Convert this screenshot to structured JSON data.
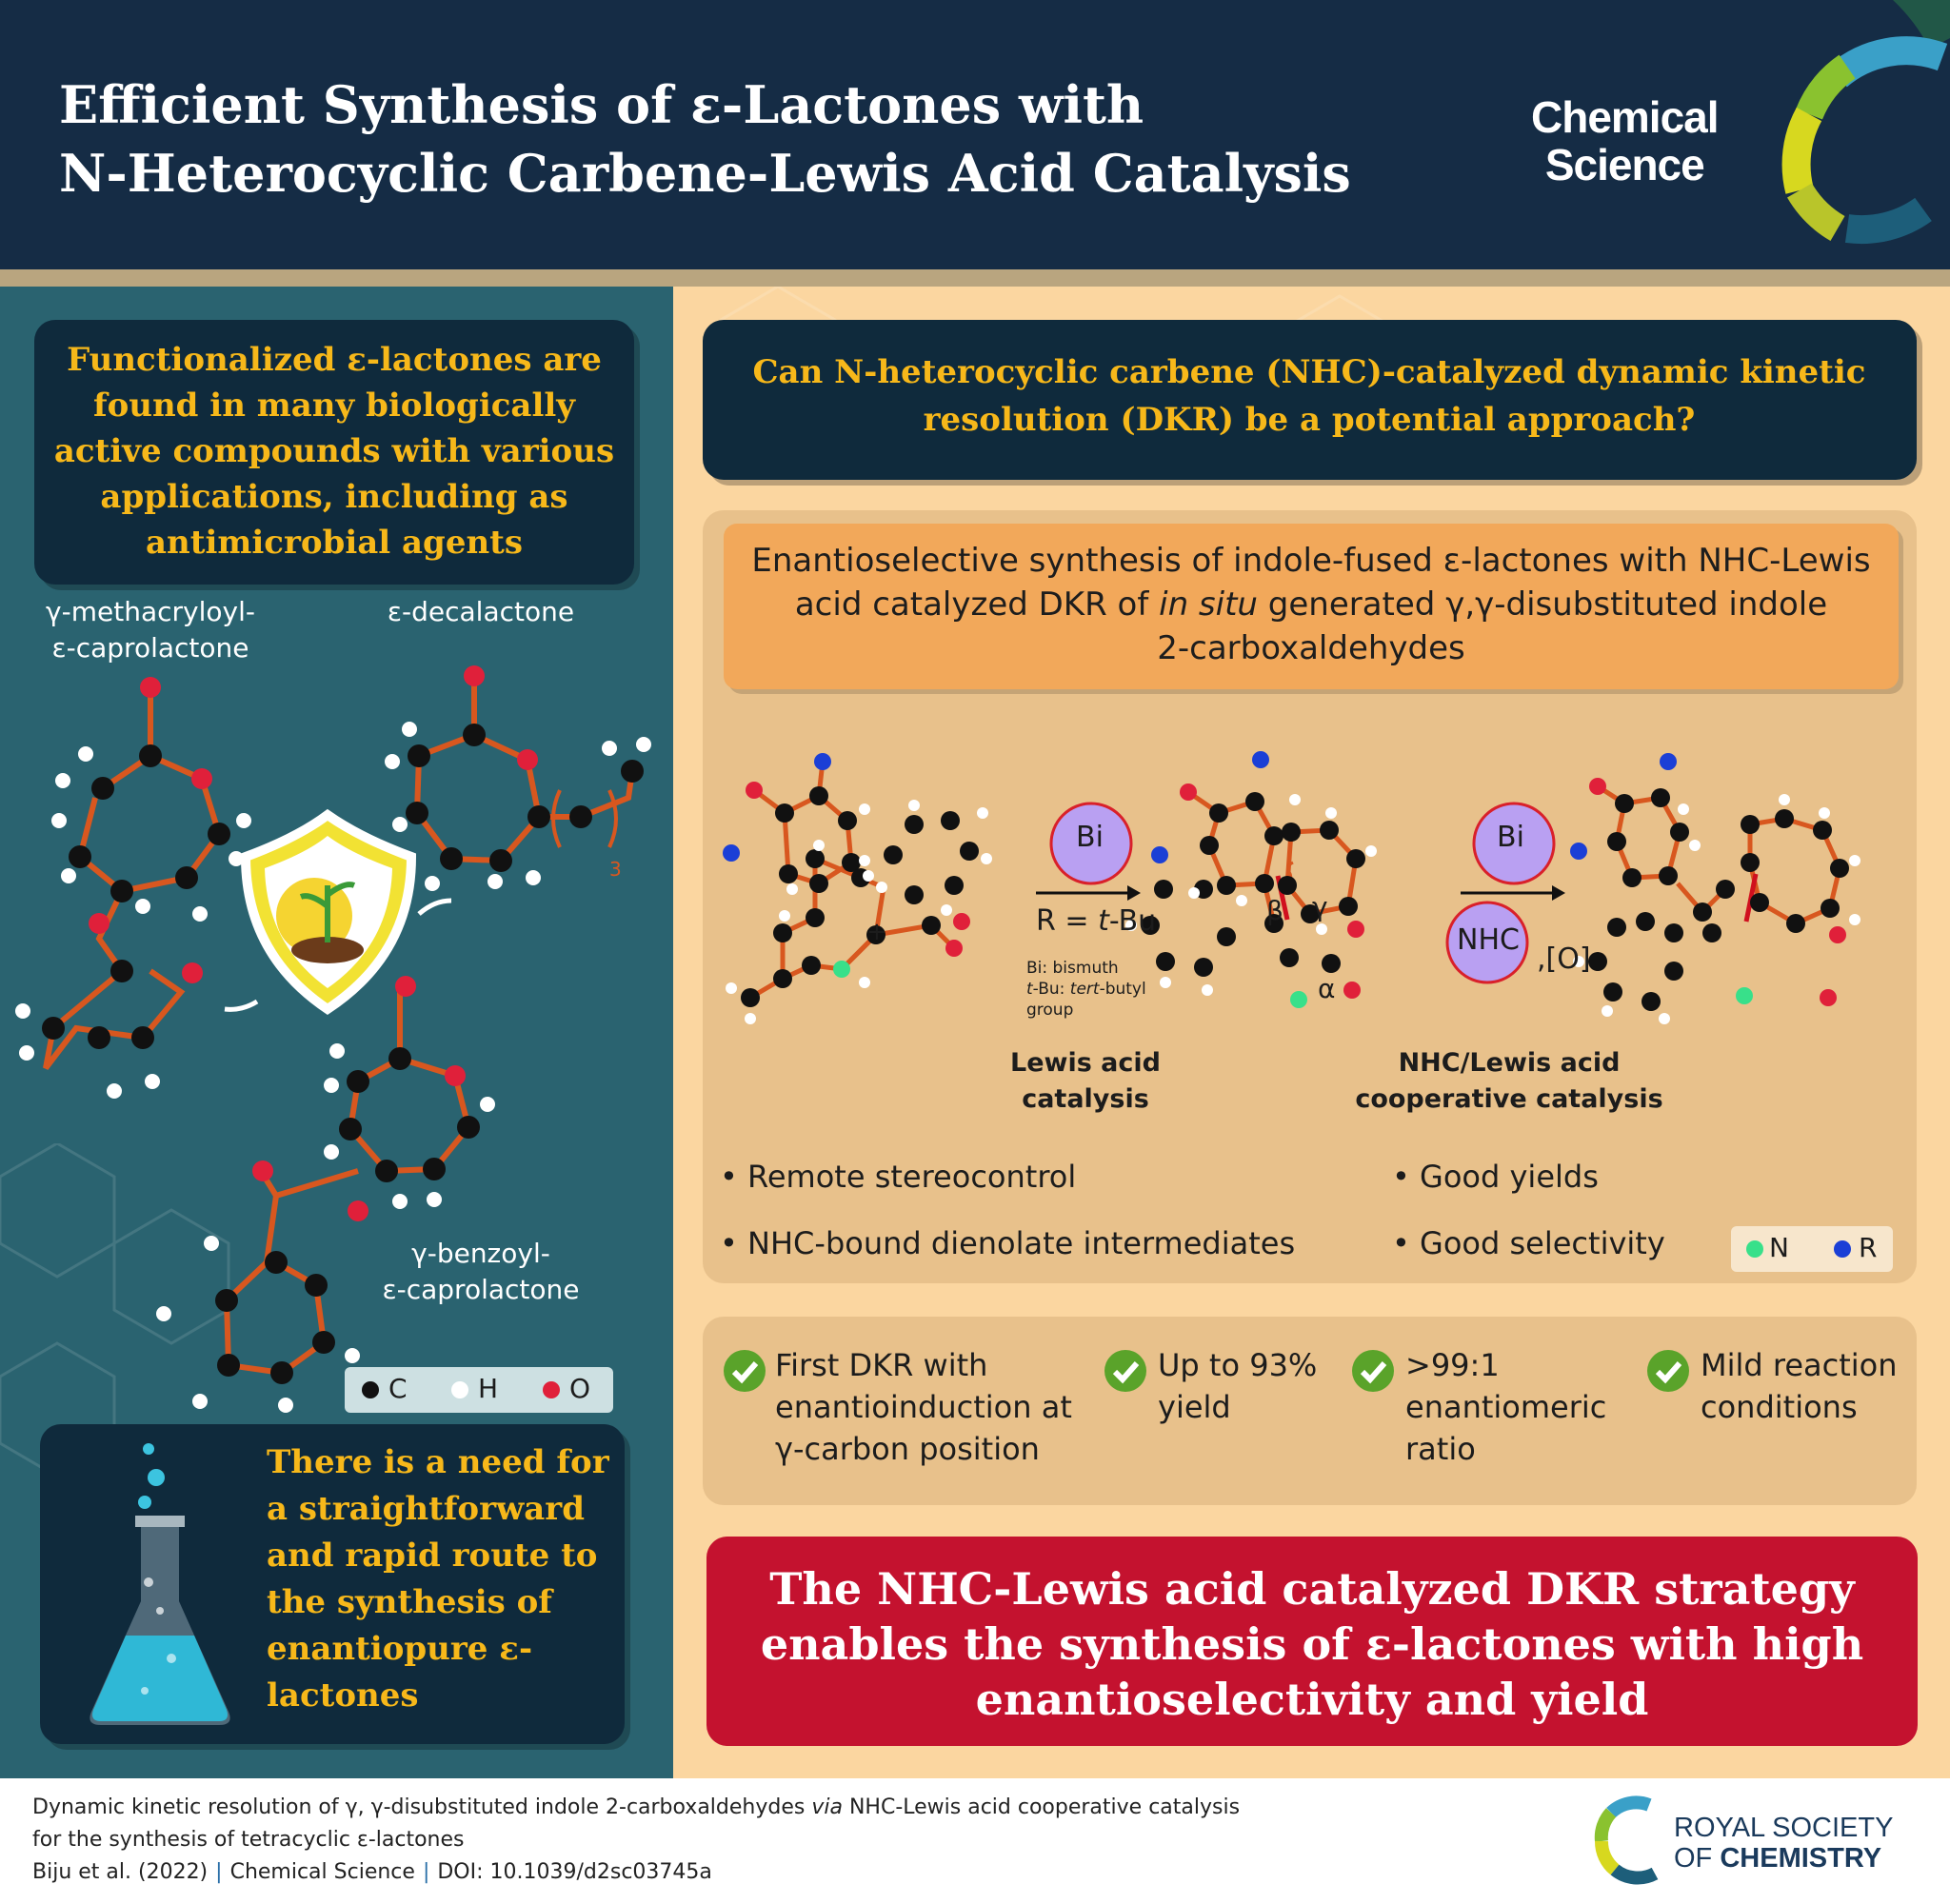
{
  "header": {
    "title_line1": "Efficient Synthesis of ε-Lactones with",
    "title_line2": "N-Heterocyclic Carbene-Lewis Acid Catalysis",
    "logo_line1": "Chemical",
    "logo_line2": "Science"
  },
  "left": {
    "intro": "Functionalized ε-lactones are found in many biologically active compounds with various applications, including as antimicrobial agents",
    "molecules": {
      "m1_line1": "γ-methacryloyl-",
      "m1_line2": "ε-caprolactone",
      "m2": "ε-decalactone",
      "m2_sub": "3",
      "m3_line1": "γ-benzoyl-",
      "m3_line2": "ε-caprolactone"
    },
    "legend": {
      "c": "C",
      "h": "H",
      "o": "O"
    },
    "need": "There is a need for a straightforward and rapid route to the synthesis of enantiopure ε-lactones"
  },
  "question": "Can N-heterocyclic carbene (NHC)-catalyzed dynamic kinetic resolution (DKR) be a potential approach?",
  "synthesis": {
    "line1": "Enantioselective synthesis of indole-fused ε-lactones with NHC-Lewis",
    "line2_a": "acid catalyzed DKR of ",
    "line2_b": "in situ",
    "line2_c": " generated γ,γ-disubstituted indole",
    "line3": "2-carboxaldehydes"
  },
  "scheme": {
    "plus": "+",
    "bi": "Bi",
    "r_eq_a": "R = ",
    "r_eq_b": "t",
    "r_eq_c": "-Bu",
    "note1": "Bi: bismuth",
    "note2_a": "t",
    "note2_b": "-Bu: ",
    "note2_c": "tert",
    "note2_d": "-butyl",
    "note3": "group",
    "beta": "β",
    "gamma": "γ",
    "alpha": "α",
    "nhc": "NHC",
    "oxidant": ",[O]",
    "caption1_a": "Lewis acid",
    "caption1_b": "catalysis",
    "caption2_a": "NHC/Lewis acid",
    "caption2_b": "cooperative catalysis"
  },
  "bullets": {
    "b1": "Remote stereocontrol",
    "b2": "NHC-bound dienolate intermediates",
    "b3": "Good yields",
    "b4": "Good selectivity"
  },
  "legend2": {
    "n": "N",
    "r": "R"
  },
  "results": [
    {
      "line1": "First DKR with",
      "line2": "enantioinduction at",
      "line3": "γ-carbon position"
    },
    {
      "line1": "Up to 93%",
      "line2": "yield",
      "line3": ""
    },
    {
      "line1": ">99:1",
      "line2": "enantiomeric",
      "line3": "ratio"
    },
    {
      "line1": "Mild reaction",
      "line2": "conditions",
      "line3": ""
    }
  ],
  "conclusion": "The NHC-Lewis acid catalyzed DKR strategy enables the synthesis of ε-lactones with high enantioselectivity and yield",
  "footer": {
    "line1_a": "Dynamic kinetic resolution of γ, γ-disubstituted indole 2-carboxaldehydes ",
    "line1_b": "via",
    "line1_c": " NHC-Lewis acid cooperative catalysis",
    "line2": "for the synthesis of tetracyclic ε-lactones",
    "author": "Biju et al. (2022)",
    "sep": "|",
    "journal": "Chemical Science",
    "doi": "DOI: 10.1039/d2sc03745a",
    "rsc_line1": "ROYAL SOCIETY",
    "rsc_line2a": "OF ",
    "rsc_line2b": "CHEMISTRY"
  },
  "colors": {
    "header_bg": "#152c45",
    "left_bg": "#2a6370",
    "right_bg": "#fbd6a0",
    "accent_yellow": "#f7b81a",
    "conclusion_red": "#c4122f",
    "carbon": "#111111",
    "oxygen": "#e0203a",
    "nitrogen": "#38e08a",
    "r_group": "#1b3fd6",
    "bond": "#d8571f"
  }
}
